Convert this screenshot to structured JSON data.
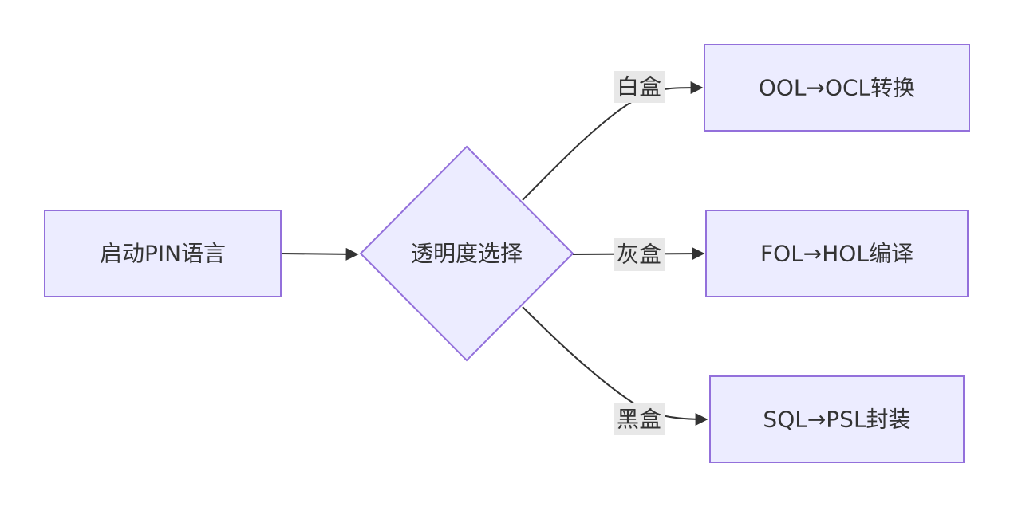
{
  "colors": {
    "node_fill": "#ececff",
    "node_stroke": "#9370db",
    "edge": "#333333",
    "label_background": "#e8e8e8",
    "text": "#333333"
  },
  "nodes": {
    "start": {
      "label": "启动PIN语言",
      "shape": "rectangle"
    },
    "decision": {
      "label": "透明度选择",
      "shape": "diamond"
    },
    "white_box_target": {
      "label": "OOL→OCL转换",
      "shape": "rectangle"
    },
    "gray_box_target": {
      "label": "FOL→HOL编译",
      "shape": "rectangle"
    },
    "black_box_target": {
      "label": "SQL→PSL封装",
      "shape": "rectangle"
    }
  },
  "edges": {
    "start_to_decision": {
      "from": "start",
      "to": "decision",
      "label": ""
    },
    "white_box": {
      "from": "decision",
      "to": "white_box_target",
      "label": "白盒"
    },
    "gray_box": {
      "from": "decision",
      "to": "gray_box_target",
      "label": "灰盒"
    },
    "black_box": {
      "from": "decision",
      "to": "black_box_target",
      "label": "黑盒"
    }
  }
}
